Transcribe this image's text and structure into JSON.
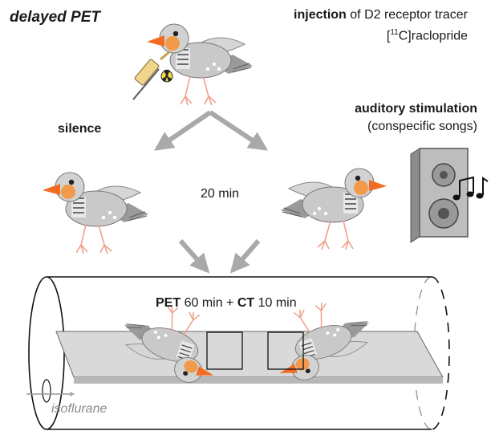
{
  "title": "delayed PET",
  "injection": {
    "label_bold": "injection",
    "label_rest": " of  D2 receptor tracer",
    "tracer_superscript": "11",
    "tracer_rest": "C]raclopride"
  },
  "conditions": {
    "silence": "silence",
    "auditory_bold": "auditory stimulation",
    "auditory_detail": "(conspecific songs)"
  },
  "wait_duration": "20 min",
  "scan": {
    "pet_label": "PET",
    "pet_duration": " 60 min + ",
    "ct_label": "CT",
    "ct_duration": " 10 min"
  },
  "anesthesia": "isoflurane",
  "colors": {
    "arrow": "#a9a9a9",
    "beak": "#f26b21",
    "cheek": "#f39a4a",
    "body": "#c9c9c9",
    "speaker": "#bdbdbd"
  }
}
